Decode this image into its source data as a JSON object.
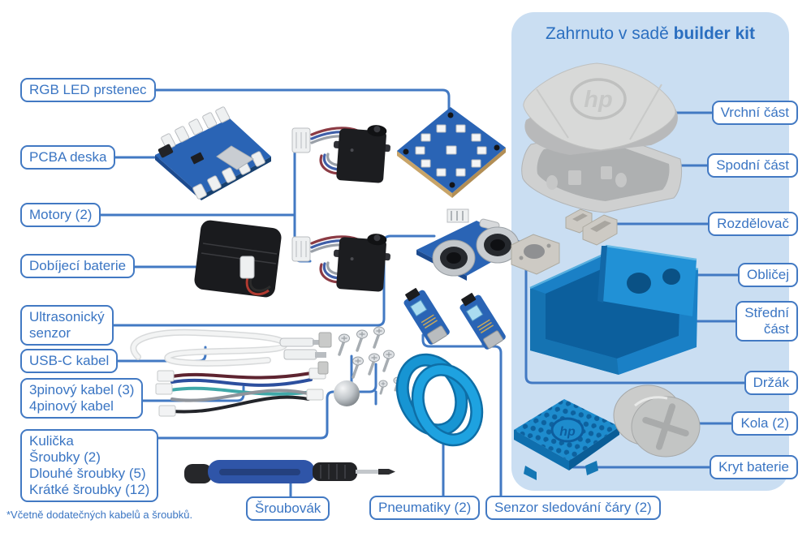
{
  "labels": {
    "rgb_led": "RGB LED prstenec",
    "pcba": "PCBA deska",
    "motors": "Motory (2)",
    "battery": "Dobíjecí baterie",
    "ultrasonic": "Ultrasonický\nsenzor",
    "usb_c": "USB-C kabel",
    "cables": "3pinový kabel (3)\n4pinový kabel",
    "hardware": "Kulička\nŠroubky (2)\nDlouhé šroubky (5)\nKrátké šroubky (12)",
    "screwdriver": "Šroubovák",
    "tires": "Pneumatiky (2)",
    "line_sensor": "Senzor sledování čáry (2)"
  },
  "panel": {
    "title_regular": "Zahrnuto v sadě",
    "title_bold": "builder kit",
    "labels": {
      "top_part": "Vrchní část",
      "bottom_part": "Spodní část",
      "divider": "Rozdělovač",
      "face": "Obličej",
      "middle_part": "Střední\nčást",
      "holder": "Držák",
      "wheels": "Kola (2)",
      "battery_cover": "Kryt baterie"
    }
  },
  "footnote": "*Včetně dodatečných kabelů a šroubků.",
  "logos": {
    "hp": "hp"
  },
  "colors": {
    "accent": "#4279c3",
    "panel_bg": "#cadef2",
    "title_blue": "#2b6fc0",
    "label_text": "#3a75c3",
    "pcb_blue": "#2a64b5",
    "part_blue": "#1e88cf",
    "part_blue_dark": "#0d629f",
    "tire_blue": "#189bd7",
    "grey_part": "#d5d6d5"
  }
}
